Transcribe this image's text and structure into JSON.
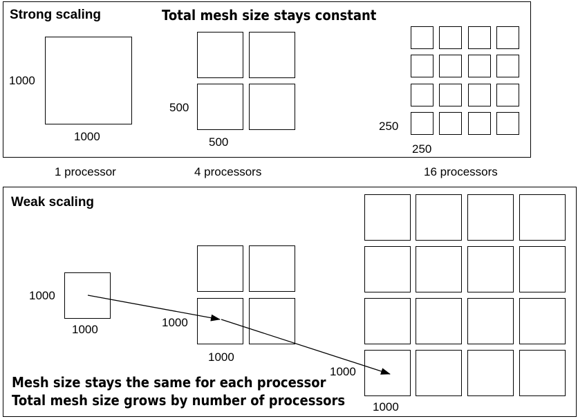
{
  "strong": {
    "title": "Strong scaling",
    "subtitle": "Total mesh size stays constant",
    "grids": [
      {
        "n": 1,
        "side_label": "1000",
        "bottom_label": "1000",
        "caption": "1 processor"
      },
      {
        "n": 2,
        "side_label": "500",
        "bottom_label": "500",
        "caption": "4 processors"
      },
      {
        "n": 4,
        "side_label": "250",
        "bottom_label": "250",
        "caption": "16 processors"
      }
    ]
  },
  "weak": {
    "title": "Weak scaling",
    "grids": [
      {
        "n": 1,
        "side_label": "1000",
        "bottom_label": "1000"
      },
      {
        "n": 2,
        "side_label": "1000",
        "bottom_label": "1000"
      },
      {
        "n": 4,
        "side_label": "1000",
        "bottom_label": "1000"
      }
    ],
    "note_line1": "Mesh size stays the same for each processor",
    "note_line2": "Total mesh size grows by number of processors"
  },
  "colors": {
    "line": "#000000",
    "background": "#ffffff"
  }
}
